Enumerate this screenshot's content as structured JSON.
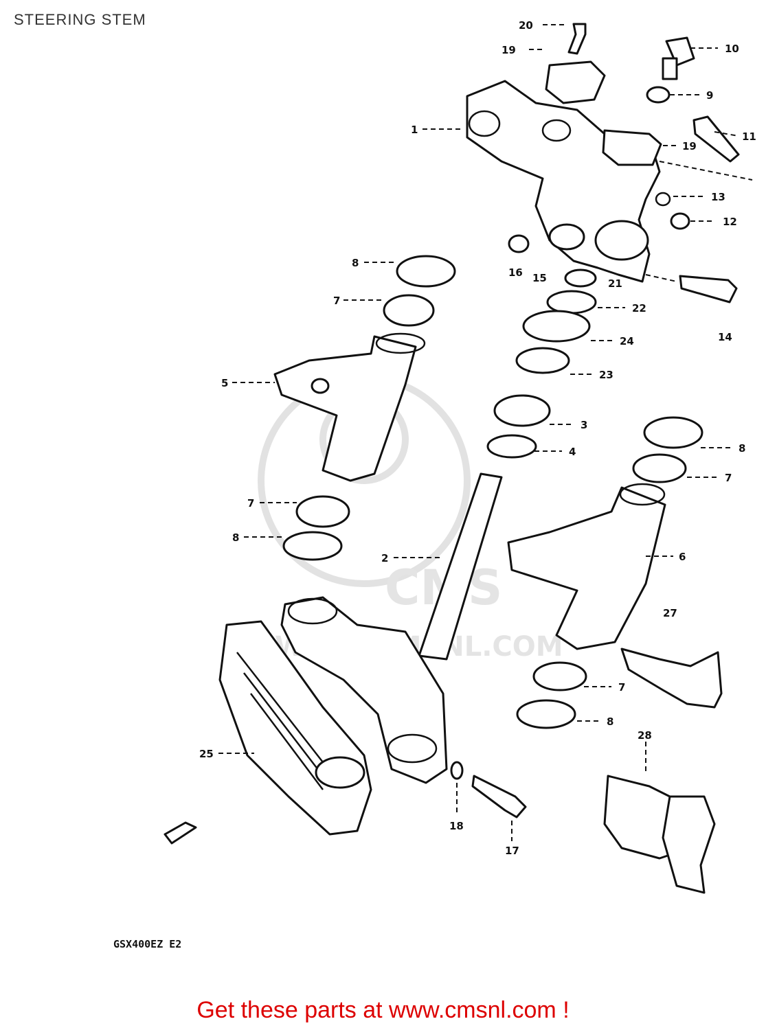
{
  "header": {
    "title": "STEERING STEM"
  },
  "diagram": {
    "callouts": [
      "1",
      "2",
      "3",
      "4",
      "5",
      "6",
      "7",
      "7",
      "7",
      "7",
      "8",
      "8",
      "8",
      "8",
      "9",
      "10",
      "11",
      "12",
      "13",
      "14",
      "15",
      "16",
      "17",
      "18",
      "19",
      "19",
      "20",
      "21",
      "22",
      "23",
      "24",
      "25",
      "27",
      "28"
    ],
    "model_code": "GSX400EZ E2",
    "watermark_text": "WWW.CMSNL.COM",
    "watermark_logo": "CMS"
  },
  "footer": {
    "text": "Get these parts at www.cmsnl.com !"
  },
  "colors": {
    "footer_text": "#dd0000",
    "ink": "#111111",
    "watermark": "#e2e2e2"
  }
}
